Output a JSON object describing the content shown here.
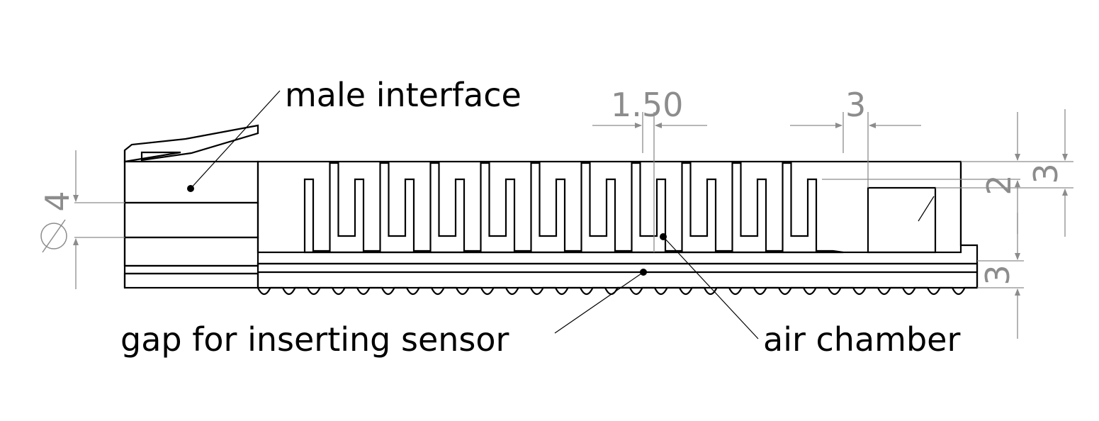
{
  "annotations": {
    "male_interface": "male interface",
    "gap_for_inserting_sensor": "gap for inserting sensor",
    "air_chamber": "air chamber"
  },
  "dimensions": {
    "pitch_width": "1.50",
    "fin_gap": "3",
    "top_wall": "2",
    "top_total": "3",
    "bottom_wall": "3",
    "bore_diameter": "4"
  },
  "colors": {
    "outline": "#000000",
    "dimension": "#8c8c8c"
  }
}
